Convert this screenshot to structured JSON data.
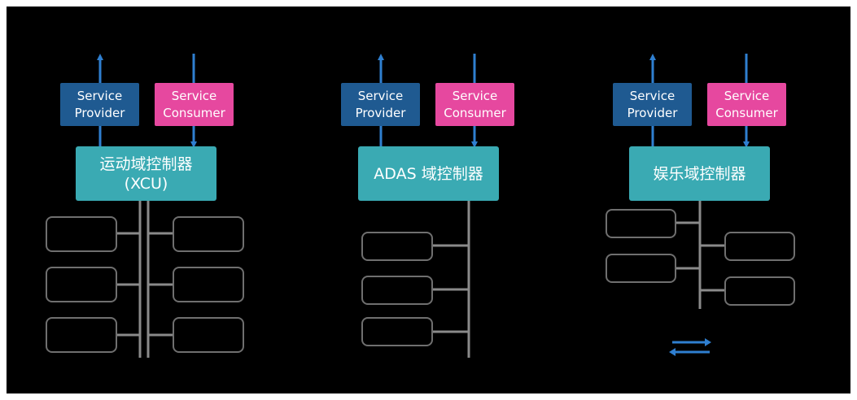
{
  "colors": {
    "background": "#000000",
    "provider": "#1f5a91",
    "consumer": "#e6489f",
    "controller": "#3aaab3",
    "arrow": "#2f7fd0",
    "bus": "#8a8a8a",
    "ecu_border": "#6f6f6f"
  },
  "domains": [
    {
      "provider_label": "Service Provider",
      "consumer_label": "Service Consumer",
      "controller_line1": "运动域控制器",
      "controller_line2": "(XCU)"
    },
    {
      "provider_label": "Service Provider",
      "consumer_label": "Service Consumer",
      "controller_line1": "ADAS 域控制器",
      "controller_line2": ""
    },
    {
      "provider_label": "Service Provider",
      "consumer_label": "Service Consumer",
      "controller_line1": "娱乐域控制器",
      "controller_line2": ""
    }
  ],
  "legend": {
    "icon": "bidirectional-arrows-icon"
  }
}
